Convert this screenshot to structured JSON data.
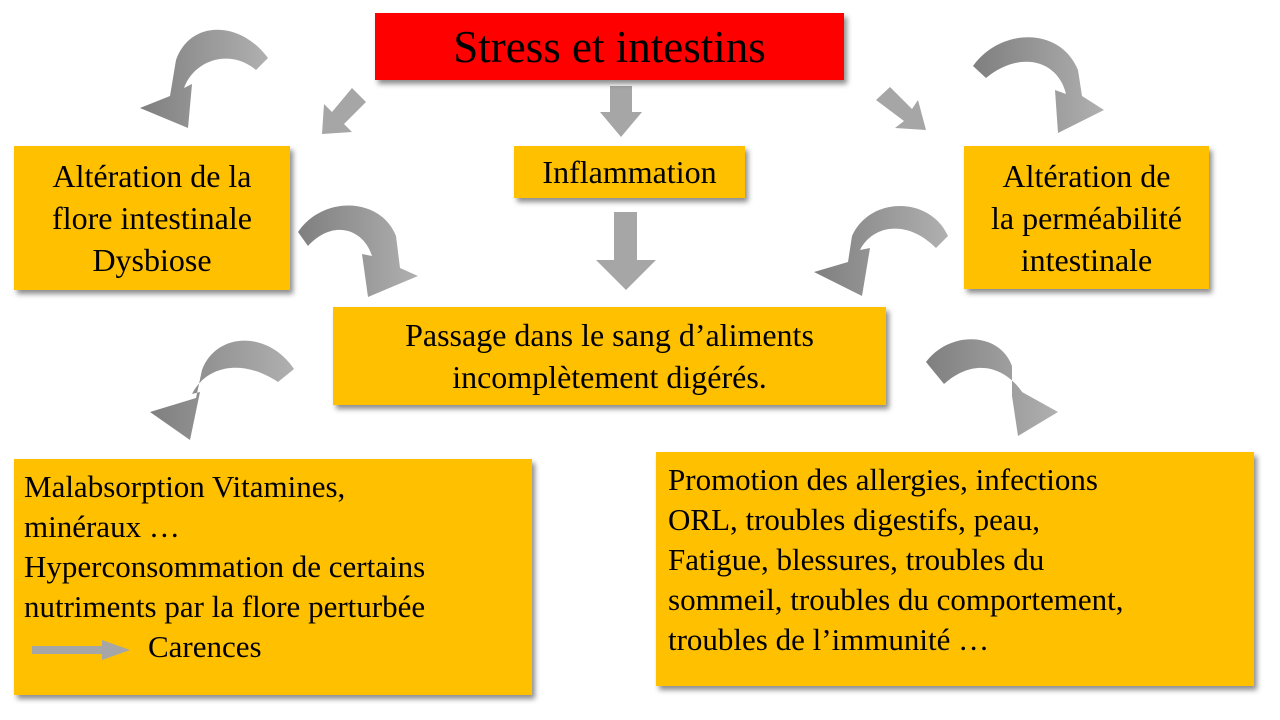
{
  "diagram": {
    "title": "Stress et intestins",
    "nodes": {
      "dysbiose": [
        "Altération de la",
        "flore intestinale",
        "Dysbiose"
      ],
      "inflammation": "Inflammation",
      "permeabilite": [
        "Altération de",
        "la perméabilité",
        "intestinale"
      ],
      "passage": [
        "Passage dans le sang d’aliments",
        "incomplètement digérés."
      ],
      "malabsorption": {
        "lines": [
          "Malabsorption Vitamines,",
          "minéraux …",
          "Hyperconsommation de certains",
          "nutriments par la flore perturbée"
        ],
        "result": "Carences"
      },
      "promotion": [
        "Promotion des allergies, infections",
        "ORL, troubles digestifs, peau,",
        "Fatigue, blessures, troubles du",
        "sommeil, troubles du comportement,",
        "troubles de l’immunité …"
      ]
    },
    "colors": {
      "title_bg": "#ff0000",
      "box_bg": "#ffc000",
      "arrow": "#a6a6a6",
      "arrow_dark": "#8c8c8c"
    }
  }
}
